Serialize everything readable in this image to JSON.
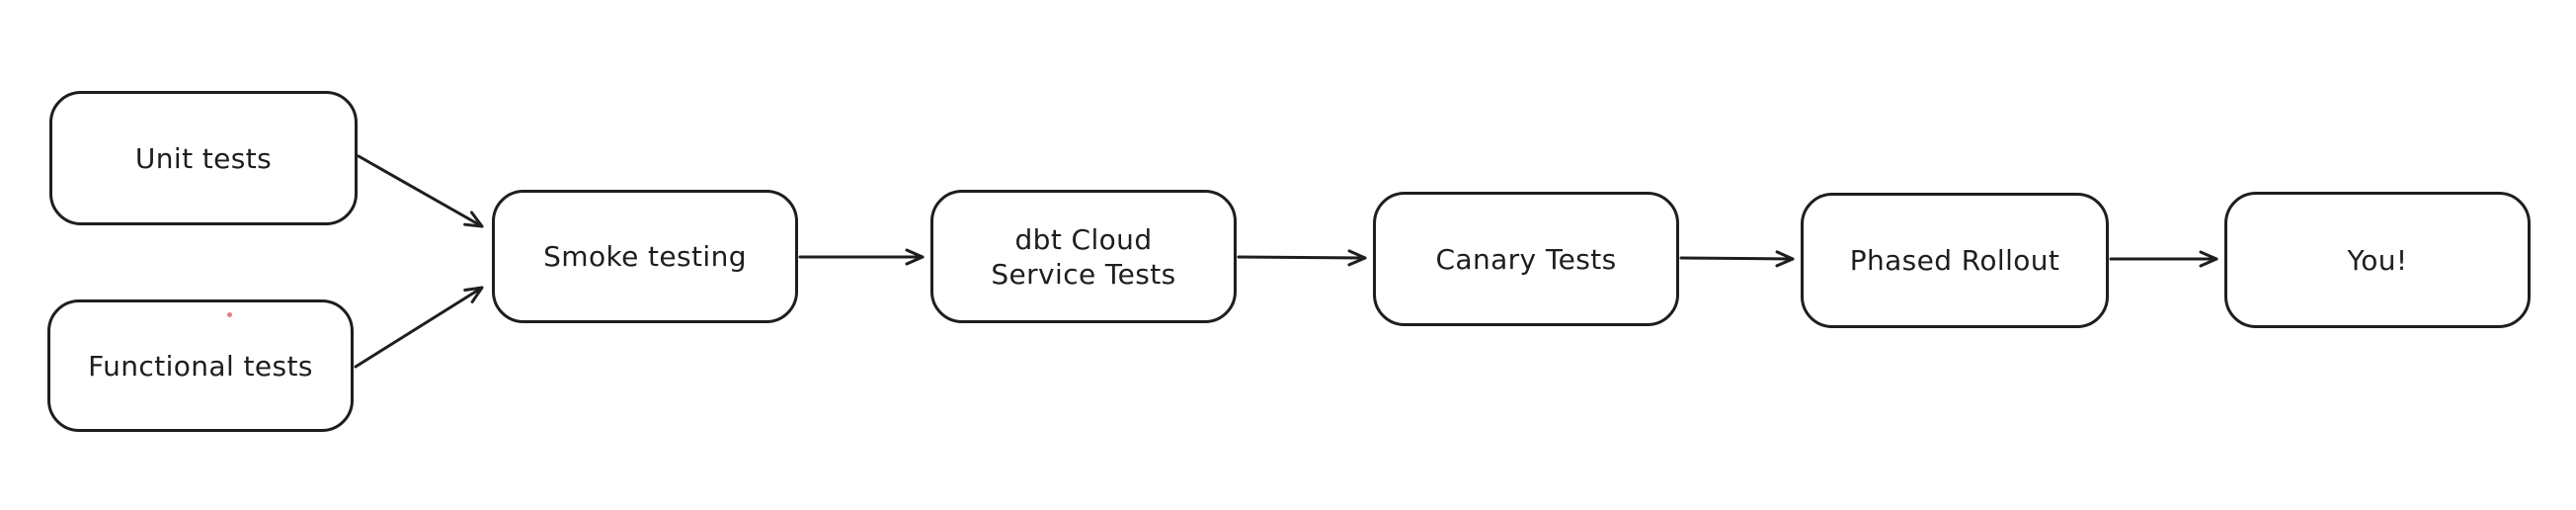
{
  "diagram": {
    "type": "flowchart",
    "background_color": "#ffffff",
    "stroke_color": "#1e1e1e",
    "node_fill_color": "#ffffff",
    "pointer_dot_color": "#e87171",
    "nodes": [
      {
        "id": "unit-tests",
        "label": "Unit tests"
      },
      {
        "id": "functional-tests",
        "label": "Functional tests"
      },
      {
        "id": "smoke-testing",
        "label": "Smoke testing"
      },
      {
        "id": "dbt-cloud-service-tests",
        "label": "dbt Cloud\nService Tests"
      },
      {
        "id": "canary-tests",
        "label": "Canary Tests"
      },
      {
        "id": "phased-rollout",
        "label": "Phased Rollout"
      },
      {
        "id": "you",
        "label": "You!"
      }
    ],
    "edges": [
      {
        "from": "unit-tests",
        "to": "smoke-testing"
      },
      {
        "from": "functional-tests",
        "to": "smoke-testing"
      },
      {
        "from": "smoke-testing",
        "to": "dbt-cloud-service-tests"
      },
      {
        "from": "dbt-cloud-service-tests",
        "to": "canary-tests"
      },
      {
        "from": "canary-tests",
        "to": "phased-rollout"
      },
      {
        "from": "phased-rollout",
        "to": "you"
      }
    ]
  }
}
